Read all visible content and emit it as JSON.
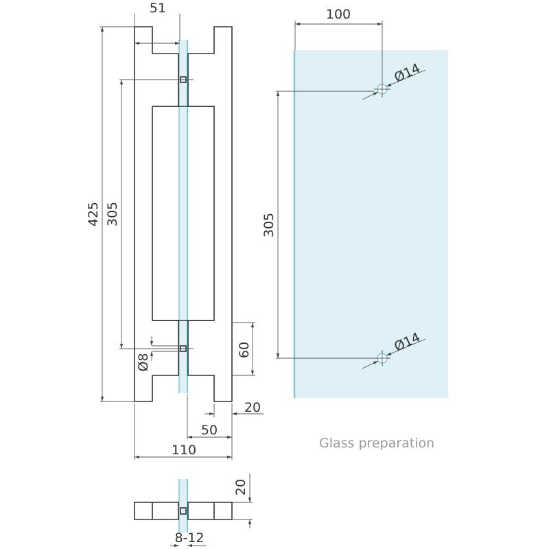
{
  "caption": "Glass preparation",
  "colors": {
    "line": "#333333",
    "glass_fill": "#dff0f7",
    "glass_edge": "#7cc8d8"
  },
  "dimensions": {
    "handle_width_top": "51",
    "overall_height": "425",
    "hole_spacing_left": "305",
    "hole_spacing_right": "305",
    "hole_from_edge": "100",
    "hole_dia_top": "Ø14",
    "hole_dia_bottom": "Ø14",
    "bolt_dia": "Ø8",
    "neck_length": "60",
    "leg_width": "20",
    "projection": "50",
    "overall_depth": "110",
    "bar_thickness": "20",
    "glass_thickness": "8-12"
  }
}
